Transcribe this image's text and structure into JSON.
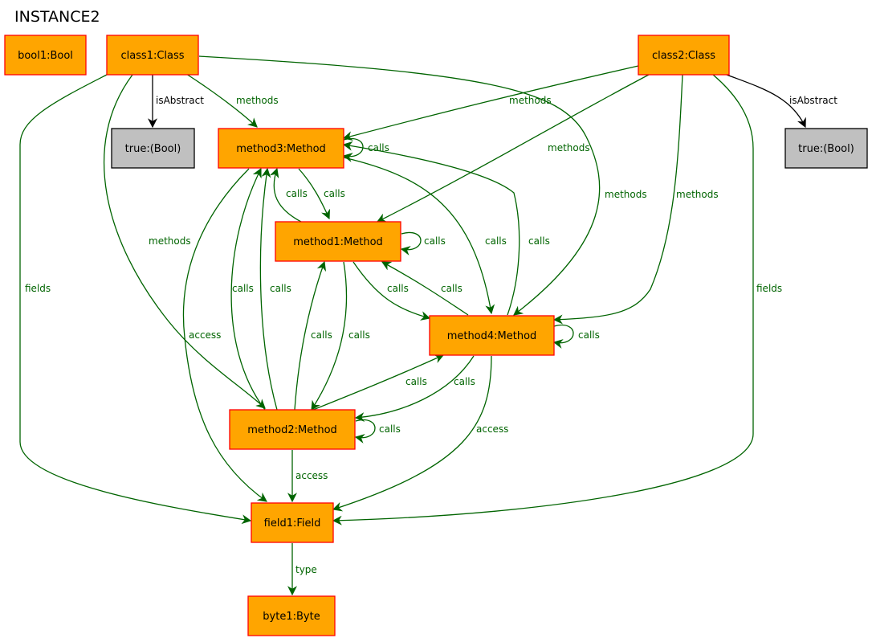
{
  "title": "INSTANCE2",
  "colors": {
    "object_fill": "#ffa500",
    "object_border": "#ff0000",
    "primitive_fill": "#c0c0c0",
    "primitive_border": "#000000",
    "edge_green": "#006400",
    "edge_black": "#000000"
  },
  "nodes": {
    "bool1": "bool1:Bool",
    "class1": "class1:Class",
    "class2": "class2:Class",
    "true1": "true:(Bool)",
    "true2": "true:(Bool)",
    "method3": "method3:Method",
    "method1": "method1:Method",
    "method4": "method4:Method",
    "method2": "method2:Method",
    "field1": "field1:Field",
    "byte1": "byte1:Byte"
  },
  "edge_labels": {
    "isAbstract": "isAbstract",
    "methods": "methods",
    "calls": "calls",
    "fields": "fields",
    "access": "access",
    "type": "type"
  }
}
